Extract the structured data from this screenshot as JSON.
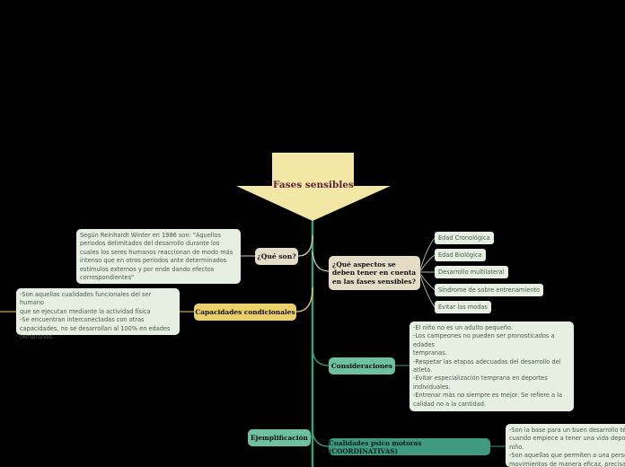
{
  "root": {
    "title": "Fases sensibles"
  },
  "nodes": {
    "que_son": "¿Qué son?",
    "que_son_note": "Según Reinhardt Winter en 1986 son: \"Aquellos\nperiodos delimitados del desarrollo durante los\ncuales los seres humanos reaccionan de modo más\nintenso que en otros periodos ante determinados\nestímulos externos y por ende dando efectos\ncorrespondientes\"",
    "aspectos": "¿Qué aspectos se deben tener en cuenta en las fases sensibles?",
    "aspectos_items": [
      "Edad Cronológica",
      "Edad Biológica",
      "Desarrollo multilateral",
      "Síndrome de sobre entrenamiento",
      "Evitar las modas"
    ],
    "capacidades": "Capacidades condicionales",
    "capacidades_note": "-Son aquellas cualidades funcionales del ser humano\nque se ejecutan mediante la actividad física\n-Se encuentran interconectadas con otras\ncapacidades, no se desarrollan al 100% en edades\ntempranas.",
    "consideraciones": "Consideraciones",
    "consideraciones_note": "-El niño no es un adulto pequeño.\n-Los campeones no pueden ser pronosticados a\nedades\ntempranas.\n-Respetar las etapas adecuadas del desarrollo del\natleta.\n-Evitar especialización temprana en deportes\nindividuales.\n-Entrenar más no siempre es mejor. Se refiere a la\ncalidad no a la cantidad.",
    "ejemplificacion": "Ejemplificación",
    "cualidades": "Cualidades psico motoras (COORDINATIVAS)",
    "cualidades_note": "-Son la base para un buen desarrollo técnico\ncuando empiece a tener una vida deportiva\nniño.\n-Son aquellas que permiten a una persona\nmovimientos de manera eficaz, precisa"
  },
  "colors": {
    "root": "#f2e7a4",
    "trunk": "#3f9a80",
    "gold": "#ead06a",
    "tan": "#e4dcc6",
    "leaf": "#e6efe2"
  }
}
